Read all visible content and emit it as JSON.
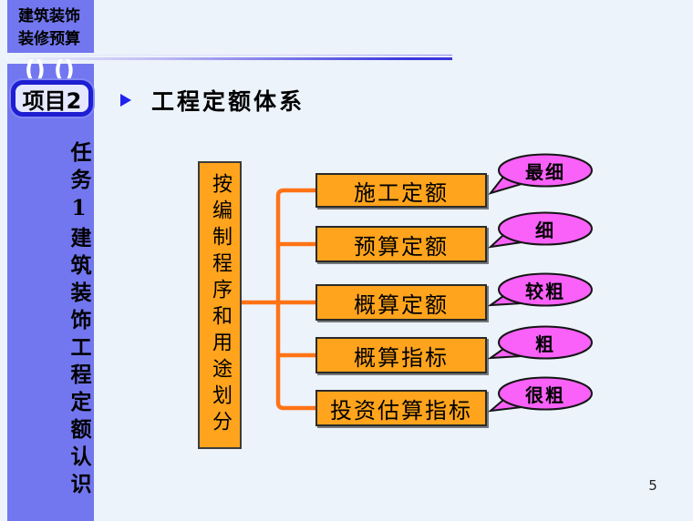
{
  "slide": {
    "course_box": {
      "line1": "建筑装饰",
      "line2": "装修预算"
    },
    "project_badge": "项目2",
    "sidebar_vertical_text": "任务1建筑装饰工程定额认识",
    "title": "工程定额体系",
    "page_number": "5"
  },
  "diagram": {
    "category_label": "按编制程序和用途划分",
    "items": [
      {
        "label": "施工定额",
        "granularity": "最细"
      },
      {
        "label": "预算定额",
        "granularity": "细"
      },
      {
        "label": "概算定额",
        "granularity": "较粗"
      },
      {
        "label": "概算指标",
        "granularity": "粗"
      },
      {
        "label": "投资估算指标",
        "granularity": "很粗"
      }
    ],
    "colors": {
      "background": "#ECF3FB",
      "sidebar_blue": "#7277EF",
      "badge_border": "#1E1ED2",
      "box_fill": "#FFA41C",
      "connector_orange": "#FF7315",
      "bubble_fill": "#F961F9"
    }
  }
}
